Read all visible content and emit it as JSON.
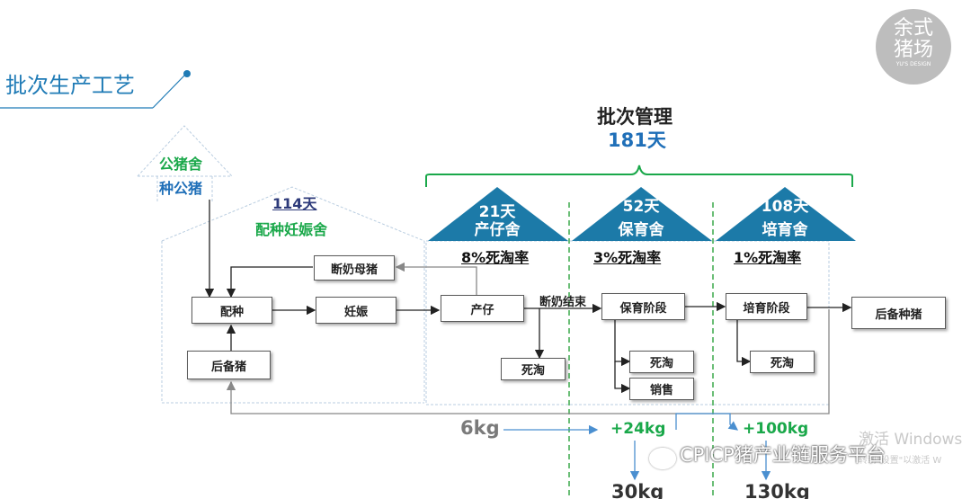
{
  "header": {
    "title": "批次生产工艺"
  },
  "logo": {
    "line1": "余式",
    "line2": "猪场",
    "sub": "YU'S DESIGN"
  },
  "batch": {
    "title": "批次管理",
    "days": "181天"
  },
  "boar_house": {
    "name": "公猪舍",
    "sub": "种公猪"
  },
  "breeding_house": {
    "days": "114天",
    "name": "配种妊娠舍"
  },
  "stages": [
    {
      "days": "21天",
      "name": "产仔舍",
      "rate": "8%死淘率"
    },
    {
      "days": "52天",
      "name": "保育舍",
      "rate": "3%死淘率"
    },
    {
      "days": "108天",
      "name": "培育舍",
      "rate": "1%死淘率"
    }
  ],
  "boxes": {
    "weaned_sow": "断奶母猪",
    "breeding": "配种",
    "pregnancy": "妊娠",
    "farrowing": "产仔",
    "reserve": "后备猪",
    "cull1": "死淘",
    "nursery_stage": "保育阶段",
    "cull2": "死淘",
    "sale": "销售",
    "grow_stage": "培育阶段",
    "cull3": "死淘",
    "replacement": "后备种猪"
  },
  "weaning_end": "断奶结束",
  "weights": {
    "w1": "6kg",
    "w2": "+24kg",
    "w3": "30kg",
    "w4": "+100kg",
    "w5": "130kg"
  },
  "watermark": {
    "text": "CPICP猪产业链服务平台",
    "activate": "激活 Windows",
    "activate_sub": "转到\"设置\"以激活 W"
  },
  "colors": {
    "accent_blue": "#1f7bb6",
    "green": "#1aa84a",
    "triangle": "#1c7aa8"
  }
}
